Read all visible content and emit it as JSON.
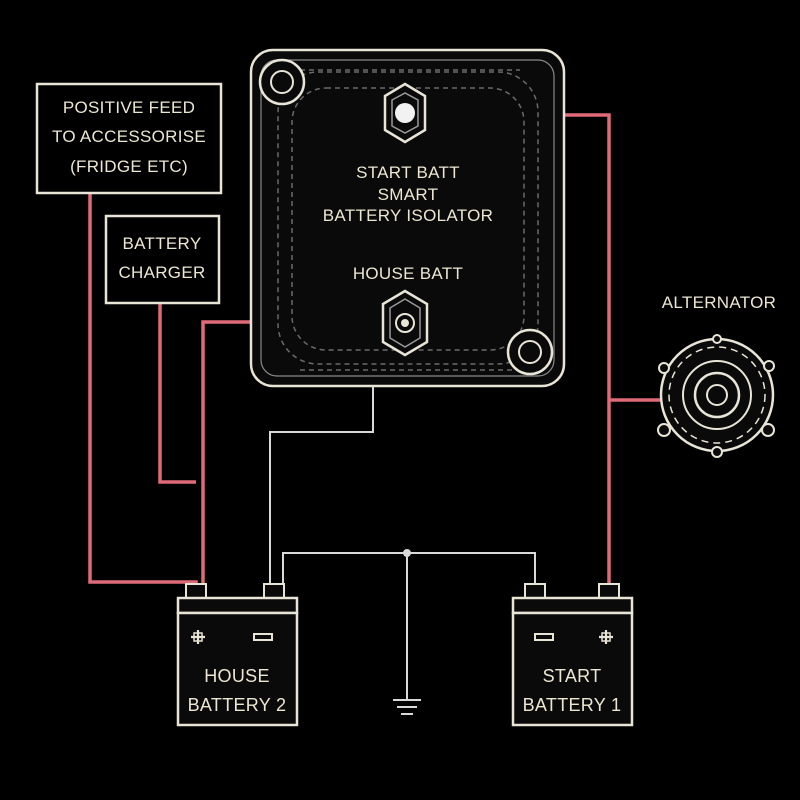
{
  "labels": {
    "positive_feed": [
      "POSITIVE FEED",
      "TO ACCESSORISE",
      "(FRIDGE ETC)"
    ],
    "battery_charger": [
      "BATTERY",
      "CHARGER"
    ],
    "isolator_top": "START BATT",
    "isolator_name": [
      "SMART",
      "BATTERY ISOLATOR"
    ],
    "isolator_bottom": "HOUSE BATT",
    "alternator": "ALTERNATOR",
    "house_battery": [
      "HOUSE",
      "BATTERY 2"
    ],
    "start_battery": [
      "START",
      "BATTERY 1"
    ]
  },
  "colors": {
    "background": "#000000",
    "outline": "#e8e4d6",
    "positive_wire": "#e06a78",
    "ground_wire": "#d9d9d9",
    "text": "#ece7d2"
  },
  "icons": {
    "ground": "ground-symbol-icon",
    "terminal": "hex-nut-terminal-icon",
    "alternator": "alternator-icon",
    "battery": "battery-icon"
  }
}
